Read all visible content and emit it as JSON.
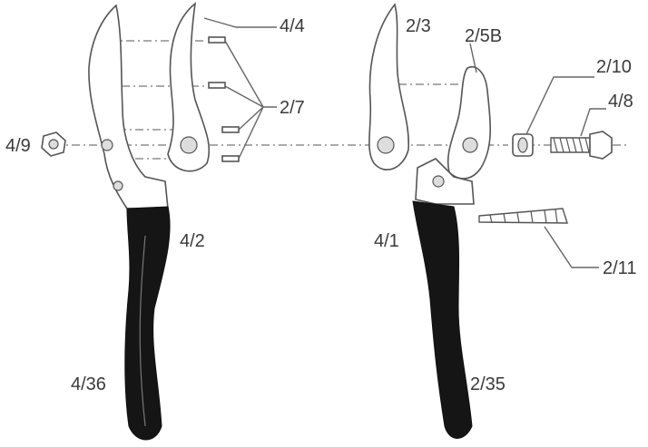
{
  "labels": {
    "l4_4": "4/4",
    "l2_3": "2/3",
    "l2_5B": "2/5B",
    "l2_10": "2/10",
    "l4_8": "4/8",
    "l2_7": "2/7",
    "l4_9": "4/9",
    "l4_2": "4/2",
    "l4_1": "4/1",
    "l2_11": "2/11",
    "l4_36": "4/36",
    "l2_35": "2/35"
  }
}
